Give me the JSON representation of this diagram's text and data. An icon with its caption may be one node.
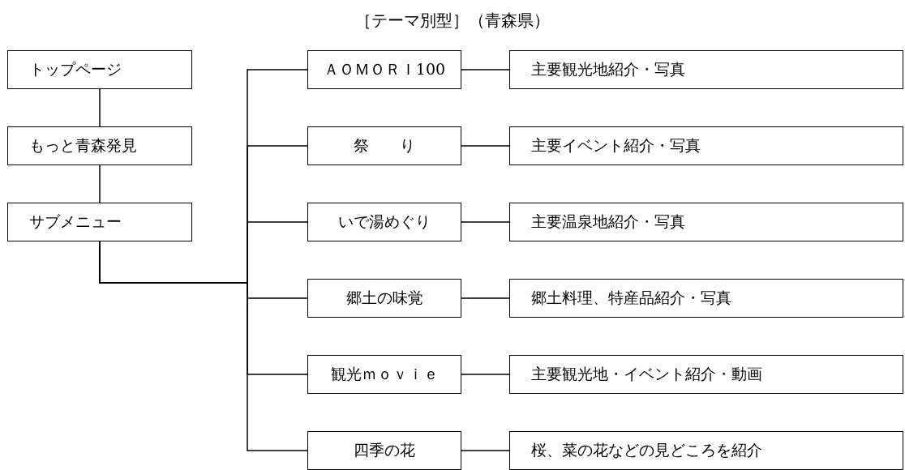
{
  "diagram": {
    "title": "［テーマ別型］（青森県）",
    "nodes": [
      {
        "text": [
          "トップページ"
        ]
      },
      {
        "text": [
          "もっと青森発見"
        ]
      },
      {
        "text": [
          "サブメニュー"
        ]
      },
      {
        "text": [
          "ＡＯＭＯＲＩ100"
        ]
      },
      {
        "text": [
          "祭　　り"
        ]
      },
      {
        "text": [
          "いで湯めぐり"
        ]
      },
      {
        "text": [
          "郷土の味覚"
        ]
      },
      {
        "text": [
          "観光ｍｏｖｉｅ"
        ]
      },
      {
        "text": [
          "四季の花"
        ]
      },
      {
        "text": [
          "主要観光地紹介・写真"
        ]
      },
      {
        "text": [
          "主要イベント紹介・写真"
        ]
      },
      {
        "text": [
          "主要温泉地紹介・写真"
        ]
      },
      {
        "text": [
          "郷土料理、特産品紹介・写真"
        ]
      },
      {
        "text": [
          "主要観光地・イベント紹介・動画"
        ]
      },
      {
        "text": [
          "桜、菜の花などの見どころを紹介"
        ]
      }
    ],
    "edges": [
      {
        "from": 0,
        "to": 1,
        "arrow": "none"
      },
      {
        "from": 1,
        "to": 2,
        "arrow": "none"
      },
      {
        "from": 2,
        "to": 3,
        "arrow": "none"
      },
      {
        "from": 2,
        "to": 4,
        "arrow": "none"
      },
      {
        "from": 2,
        "to": 5,
        "arrow": "none"
      },
      {
        "from": 2,
        "to": 6,
        "arrow": "none"
      },
      {
        "from": 2,
        "to": 7,
        "arrow": "none"
      },
      {
        "from": 2,
        "to": 8,
        "arrow": "none"
      },
      {
        "from": 3,
        "to": 9,
        "arrow": "none"
      },
      {
        "from": 4,
        "to": 10,
        "arrow": "none"
      },
      {
        "from": 5,
        "to": 11,
        "arrow": "none"
      },
      {
        "from": 6,
        "to": 12,
        "arrow": "none"
      },
      {
        "from": 7,
        "to": 13,
        "arrow": "none"
      },
      {
        "from": 8,
        "to": 14,
        "arrow": "none"
      }
    ]
  }
}
